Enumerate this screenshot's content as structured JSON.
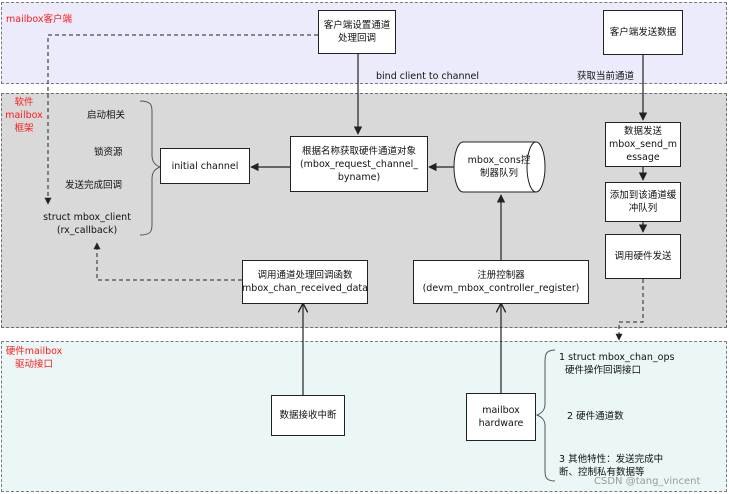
{
  "regions": {
    "client": "mailbox客户端",
    "framework": "软件\nmailbox\n框架",
    "driver": "硬件mailbox\n驱动接口"
  },
  "nodes": {
    "client_setup": "客户端设置通道\n处理回调",
    "client_send": "客户端发送数据",
    "initial_channel": "initial channel",
    "request_channel": "根据名称获取硬件通道对象\n(mbox_request_channel_\nbyname)",
    "mbox_cons": "mbox_cons控\n制器队列",
    "send_message": "数据发送\nmbox_send_m\nessage",
    "add_queue": "添加到该通道缓\n冲队列",
    "hw_send": "调用硬件发送",
    "received_data": "调用通道处理回调函数\nmbox_chan_received_data",
    "controller_register": "注册控制器\n(devm_mbox_controller_register)",
    "irq": "数据接收中断",
    "hardware": "mailbox\nhardware"
  },
  "labels": {
    "bind_client": "bind client to channel",
    "get_channel": "获取当前通道",
    "startup": "启动相关",
    "lock": "锁资源",
    "tx_done": "发送完成回调",
    "mbox_client": "struct mbox_client\n(rx_callback)",
    "ops": "1 struct mbox_chan_ops\n  硬件操作回调接口",
    "hw_channels": "2 硬件通道数",
    "other": "3 其他特性：发送完成中\n断、控制私有数据等"
  },
  "watermark": "CSDN @tang_vincent",
  "colors": {
    "client_region": "#ebebfb",
    "framework_region": "#d9d9d9",
    "driver_region": "#eaf7f6",
    "region_tag": "#ff1a1a"
  }
}
